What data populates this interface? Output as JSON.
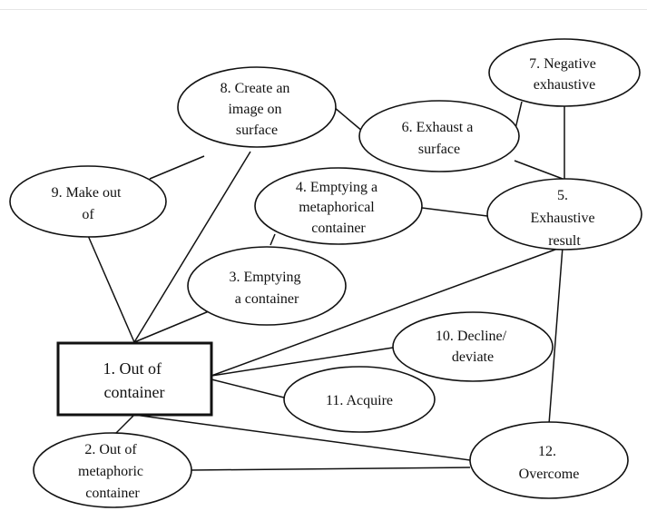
{
  "diagram": {
    "nodes": [
      {
        "id": "n1",
        "lines": [
          "1. Out of",
          "container"
        ]
      },
      {
        "id": "n2",
        "lines": [
          "2. Out of",
          "metaphoric",
          "container"
        ]
      },
      {
        "id": "n3",
        "lines": [
          "3. Emptying",
          "a container"
        ]
      },
      {
        "id": "n4",
        "lines": [
          "4. Emptying a",
          "metaphorical",
          "container"
        ]
      },
      {
        "id": "n5",
        "lines": [
          "5.",
          "Exhaustive",
          "result"
        ]
      },
      {
        "id": "n6",
        "lines": [
          "6. Exhaust a",
          "surface"
        ]
      },
      {
        "id": "n7",
        "lines": [
          "7. Negative",
          "exhaustive"
        ]
      },
      {
        "id": "n8",
        "lines": [
          "8. Create an",
          "image on",
          "surface"
        ]
      },
      {
        "id": "n9",
        "lines": [
          "9. Make out",
          "of"
        ]
      },
      {
        "id": "n10",
        "lines": [
          "10. Decline/",
          "deviate"
        ]
      },
      {
        "id": "n11",
        "lines": [
          "11. Acquire"
        ]
      },
      {
        "id": "n12",
        "lines": [
          "12.",
          "Overcome"
        ]
      }
    ],
    "edges": [
      [
        "n9",
        "n1"
      ],
      [
        "n8",
        "n1"
      ],
      [
        "n3",
        "n1"
      ],
      [
        "n5",
        "n1"
      ],
      [
        "n10",
        "n1"
      ],
      [
        "n11",
        "n1"
      ],
      [
        "n2",
        "n1"
      ],
      [
        "n12",
        "n1"
      ],
      [
        "n2",
        "n12"
      ],
      [
        "n5",
        "n12"
      ],
      [
        "n3",
        "n4"
      ],
      [
        "n4",
        "n5"
      ],
      [
        "n8",
        "n9"
      ],
      [
        "n8",
        "n6"
      ],
      [
        "n6",
        "n5"
      ],
      [
        "n7",
        "n5"
      ],
      [
        "n7",
        "n6"
      ]
    ]
  }
}
